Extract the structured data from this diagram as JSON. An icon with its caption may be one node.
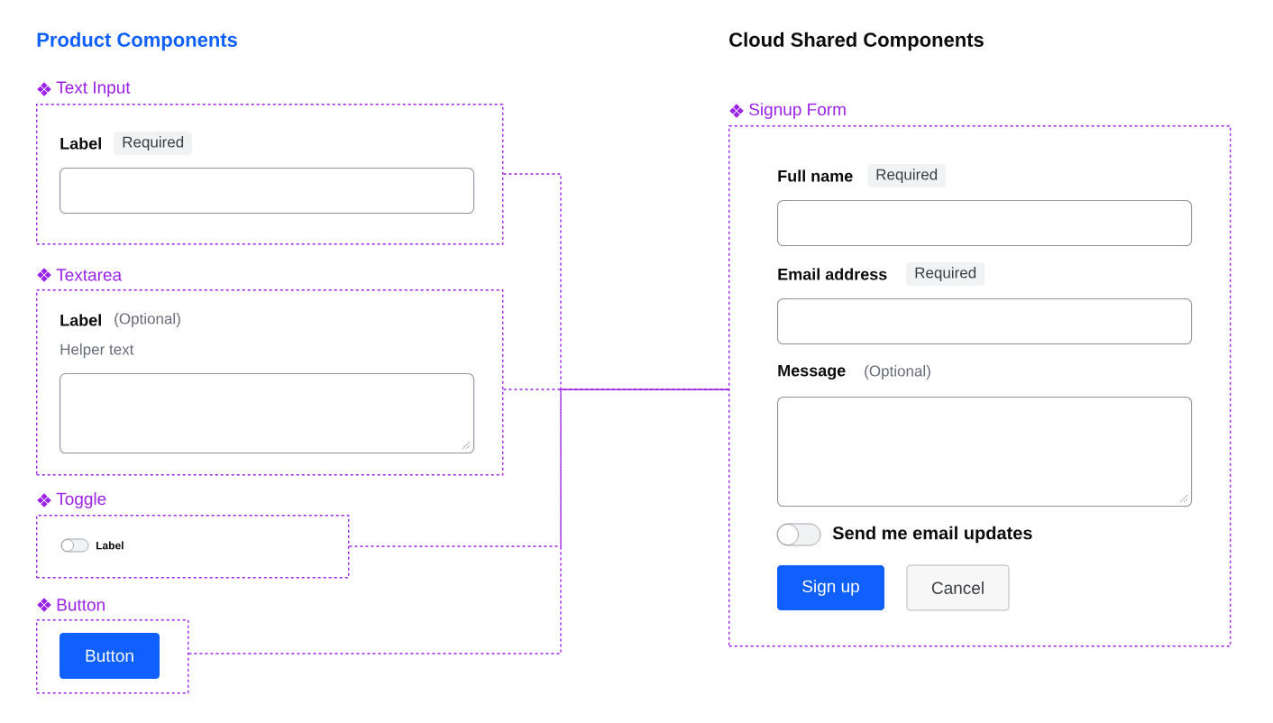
{
  "diagram": {
    "nodes": [
      {
        "text": [
          "Text Input",
          "Label"
        ]
      },
      {
        "text": [
          "Required"
        ],
        "in": 0
      },
      {
        "text": [],
        "shape": "box",
        "in": 0
      },
      {
        "text": [
          "Textarea",
          "Label",
          "(Optional)",
          "Helper text"
        ]
      },
      {
        "text": [],
        "shape": "box",
        "in": 3
      },
      {
        "text": [
          "Toggle",
          "Label"
        ]
      },
      {
        "text": [
          "Button"
        ]
      },
      {
        "text": [
          "Button"
        ],
        "in": 6
      },
      {
        "text": [
          "Signup Form",
          "Full name",
          "Email address",
          "Message",
          "(Optional)",
          "Send me email updates"
        ]
      },
      {
        "text": [
          "Required"
        ],
        "in": 8
      },
      {
        "text": [],
        "shape": "box",
        "in": 8
      },
      {
        "text": [
          "Required"
        ],
        "in": 8
      },
      {
        "text": [],
        "shape": "box",
        "in": 8
      },
      {
        "text": [],
        "shape": "box",
        "in": 8
      },
      {
        "text": [
          "Sign up"
        ],
        "in": 8
      },
      {
        "text": [
          "Cancel"
        ],
        "in": 8
      }
    ],
    "edges": [
      {
        "from": 0,
        "to": 8,
        "arrow": "none",
        "style": "dashed"
      },
      {
        "from": 3,
        "to": 8,
        "arrow": "none",
        "style": "dashed"
      },
      {
        "from": 5,
        "to": 8,
        "arrow": "none",
        "style": "dashed"
      },
      {
        "from": 6,
        "to": 8,
        "arrow": "none",
        "style": "dashed"
      }
    ],
    "labels": [
      "Product Components",
      "Cloud Shared Components"
    ]
  }
}
